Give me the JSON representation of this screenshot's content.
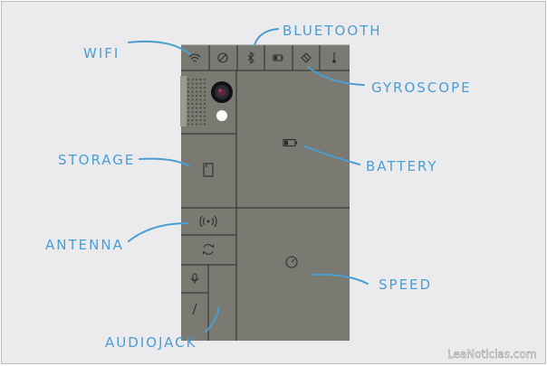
{
  "labels": {
    "wifi": "WIFI",
    "bluetooth": "BLUETOOTH",
    "gyroscope": "GYROSCOPE",
    "storage": "STORAGE",
    "battery": "BATTERY",
    "antenna": "ANTENNA",
    "speed": "SPEED",
    "audiojack": "AUDIOJACK"
  },
  "watermark": "LeaNoticias.com",
  "colors": {
    "background": "#ebebed",
    "phone_body": "#7a7a72",
    "label": "#4a9ed1"
  },
  "icons": [
    "wifi-icon",
    "no-signal-icon",
    "bluetooth-icon",
    "battery-small-icon",
    "gyroscope-icon",
    "thermometer-icon",
    "speaker-grille-icon",
    "camera-lens-icon",
    "flash-icon",
    "storage-icon",
    "battery-icon",
    "antenna-icon",
    "rotate-icon",
    "speed-icon",
    "microphone-icon",
    "audiojack-icon"
  ]
}
